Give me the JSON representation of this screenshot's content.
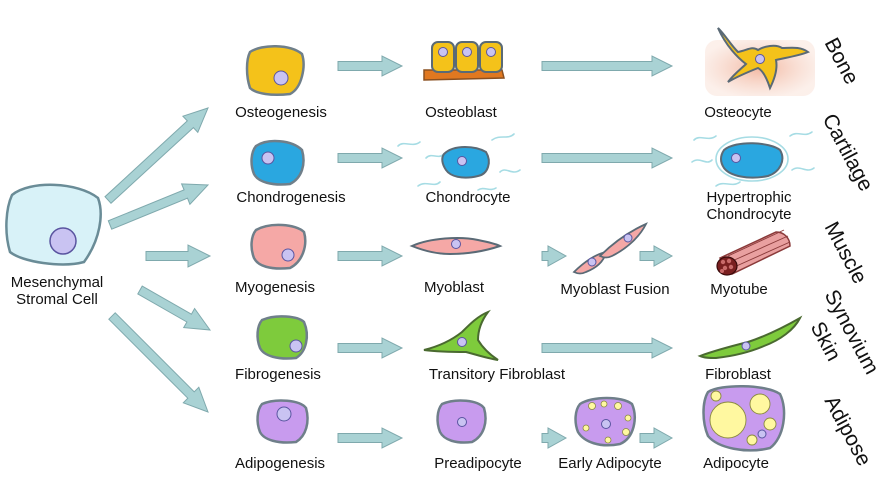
{
  "source": {
    "line1": "Mesenchymal",
    "line2": "Stromal Cell"
  },
  "pathways": [
    {
      "process": "Osteogenesis",
      "stages": [
        "Osteoblast",
        "Osteocyte"
      ],
      "tissue": "Bone",
      "color": "#f4c21a"
    },
    {
      "process": "Chondrogenesis",
      "stages": [
        "Chondrocyte",
        "Hypertrophic Chondrocyte"
      ],
      "tissue": "Cartilage",
      "color": "#2aa7e0"
    },
    {
      "process": "Myogenesis",
      "stages": [
        "Myoblast",
        "Myoblast Fusion",
        "Myotube"
      ],
      "tissue": "Muscle",
      "color": "#f2a2a0"
    },
    {
      "process": "Fibrogenesis",
      "stages": [
        "Transitory Fibroblast",
        "Fibroblast"
      ],
      "tissue_lines": [
        "Synovium",
        "Skin"
      ],
      "color": "#7ecb3c"
    },
    {
      "process": "Adipogenesis",
      "stages": [
        "Preadipocyte",
        "Early Adipocyte",
        "Adipocyte"
      ],
      "tissue": "Adipose",
      "color": "#c89bee"
    }
  ],
  "hypertrophic_lines": [
    "Hypertrophic",
    "Chondrocyte"
  ],
  "arrow_color": "#a9d2d4"
}
